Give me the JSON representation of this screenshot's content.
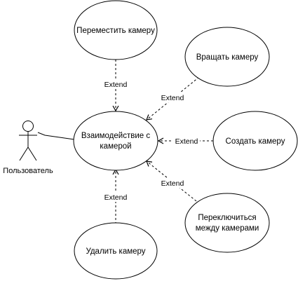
{
  "actor": {
    "label": "Пользователь"
  },
  "central_use_case": {
    "lines": [
      "Взаимодействие с",
      "камерой"
    ]
  },
  "use_cases": {
    "move": {
      "lines": [
        "Переместить камеру"
      ]
    },
    "rotate": {
      "lines": [
        "Вращать камеру"
      ]
    },
    "create": {
      "lines": [
        "Создать камеру"
      ]
    },
    "switch": {
      "lines": [
        "Переключиться",
        "между камерами"
      ]
    },
    "delete": {
      "lines": [
        "Удалить камеру"
      ]
    }
  },
  "relations": {
    "move": "Extend",
    "rotate": "Extend",
    "create": "Extend",
    "switch": "Extend",
    "delete": "Extend"
  }
}
